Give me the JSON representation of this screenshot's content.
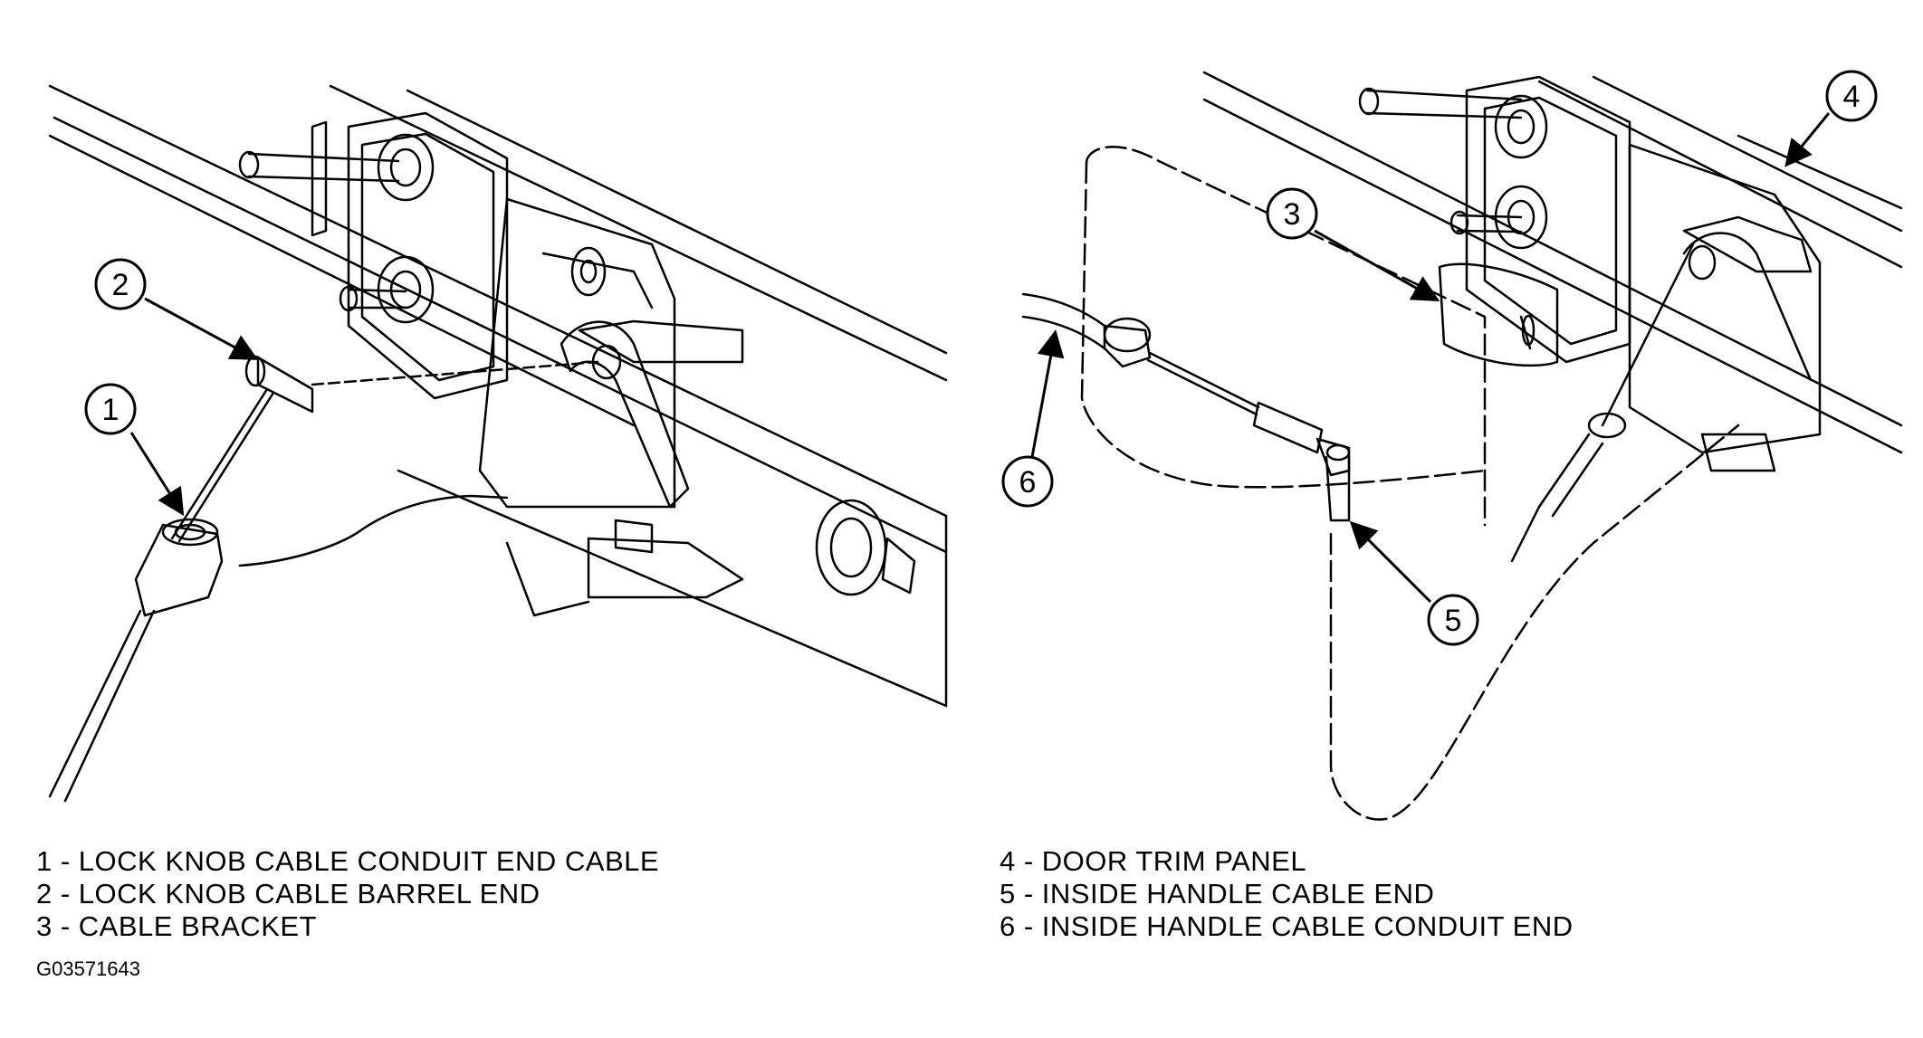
{
  "callouts": {
    "c1": "1",
    "c2": "2",
    "c3": "3",
    "c4": "4",
    "c5": "5",
    "c6": "6"
  },
  "legend_left": [
    "1 - LOCK KNOB CABLE CONDUIT END CABLE",
    "2 - LOCK KNOB CABLE BARREL END",
    "3 - CABLE BRACKET"
  ],
  "legend_right": [
    "4 - DOOR TRIM PANEL",
    "5 - INSIDE HANDLE CABLE END",
    "6 - INSIDE HANDLE CABLE CONDUIT END"
  ],
  "figure_id": "G03571643"
}
